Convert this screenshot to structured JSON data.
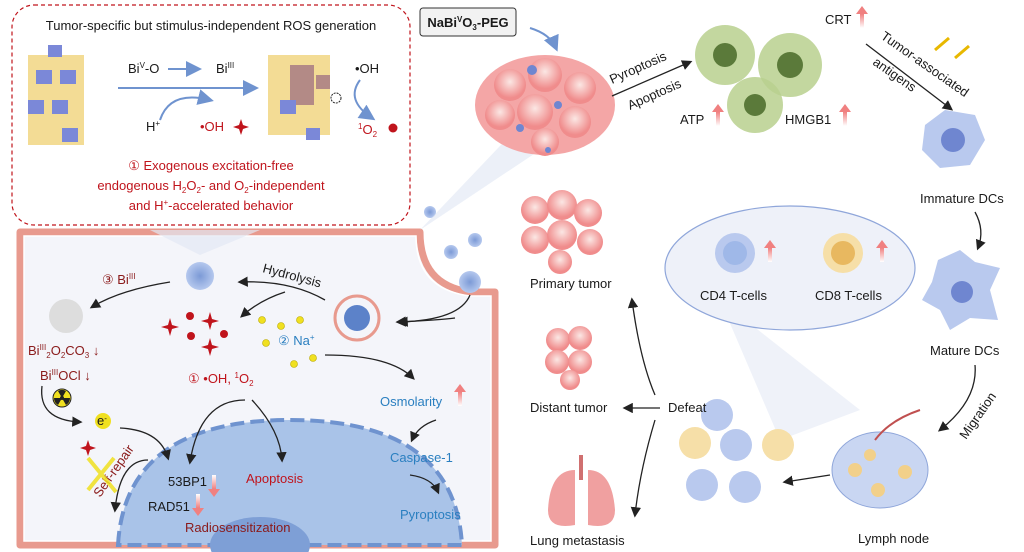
{
  "colors": {
    "accent_red": "#c0141c",
    "text_blue": "#2a7fc0",
    "cell_membrane": "#e89a8e",
    "nucleus": "#a9c3e8",
    "tumor": "#f08c8c",
    "dc": "#9fb8e8",
    "t_cell_cd8": "#f2d08a"
  },
  "ros_box": {
    "title": "Tumor-specific but stimulus-independent ROS generation",
    "bi_v_o": {
      "base": "Bi",
      "sup": "V",
      "tail": "-O"
    },
    "bi_iii": {
      "base": "Bi",
      "sup": "III"
    },
    "h_plus": {
      "base": "H",
      "sup": "+"
    },
    "oh_left": "•OH",
    "oh_right": "•OH",
    "singlet_o2": {
      "sup": "1",
      "base": "O",
      "sub": "2"
    },
    "caption_line1": "① Exogenous excitation-free",
    "caption_line2": {
      "a": "endogenous H",
      "s1": "2",
      "b": "O",
      "s2": "2",
      "c": "- and O",
      "s3": "2",
      "d": "-independent"
    },
    "caption_line3": {
      "a": "and H",
      "sup": "+",
      "b": "-accelerated behavior"
    }
  },
  "nanoparticle_label": {
    "a": "NaBi",
    "sup": "V",
    "b": "O",
    "sub": "3",
    "c": "-PEG"
  },
  "cell": {
    "bi_iii": {
      "num": "③ Bi",
      "sup": "III"
    },
    "hydrolysis": "Hydrolysis",
    "bi2o2co3": {
      "a": "Bi",
      "sup": "III",
      "s1": "2",
      "b": "O",
      "s2": "2",
      "c": "CO",
      "s3": "3",
      "d": " ↓"
    },
    "biocl": {
      "a": "Bi",
      "sup": "III",
      "b": "OCl ↓"
    },
    "na_plus": {
      "a": "② Na",
      "sup": "+"
    },
    "electron": {
      "a": "e",
      "sup": "-"
    },
    "ros": {
      "a": "① •OH, ",
      "sup": "1",
      "b": "O",
      "sub": "2"
    },
    "osmolarity": "Osmolarity",
    "caspase": "Caspase-1",
    "pyroptosis": "Pyroptosis",
    "self_repair": "Self-repair",
    "p53bp1": "53BP1",
    "rad51": "RAD51",
    "apoptosis": "Apoptosis",
    "radiosensitization": "Radiosensitization"
  },
  "immune": {
    "pyroptosis": "Pyroptosis",
    "apoptosis": "Apoptosis",
    "crt": "CRT",
    "atp": "ATP",
    "hmgb1": "HMGB1",
    "antigens_1": "Tumor-associated",
    "antigens_2": "antigens",
    "immature_dcs": "Immature DCs",
    "mature_dcs": "Mature DCs",
    "migration": "Migration",
    "lymph_node": "Lymph node",
    "cd4": "CD4 T-cells",
    "cd8": "CD8 T-cells",
    "primary_tumor": "Primary tumor",
    "distant_tumor": "Distant tumor",
    "defeat": "Defeat",
    "lung_metastasis": "Lung metastasis"
  }
}
